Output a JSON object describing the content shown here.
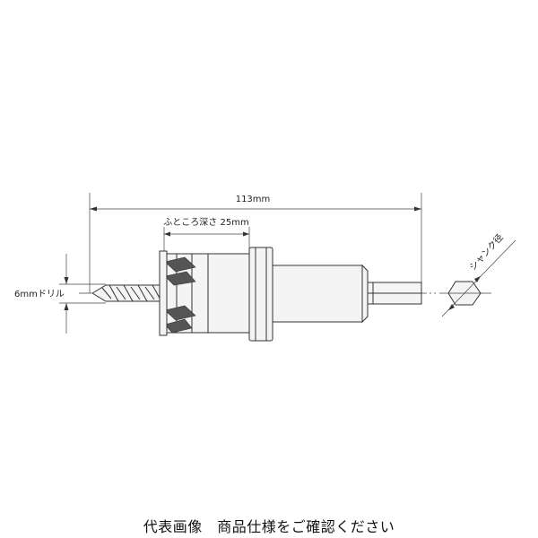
{
  "dimensions": {
    "overall_length": "113mm",
    "cutting_depth": "ふところ深さ 25mm",
    "drill": "6mmドリル",
    "shank": "シャンク径"
  },
  "caption": "代表画像　商品仕様をご確認ください",
  "colors": {
    "line": "#333333",
    "fill": "#f4f4f4"
  }
}
